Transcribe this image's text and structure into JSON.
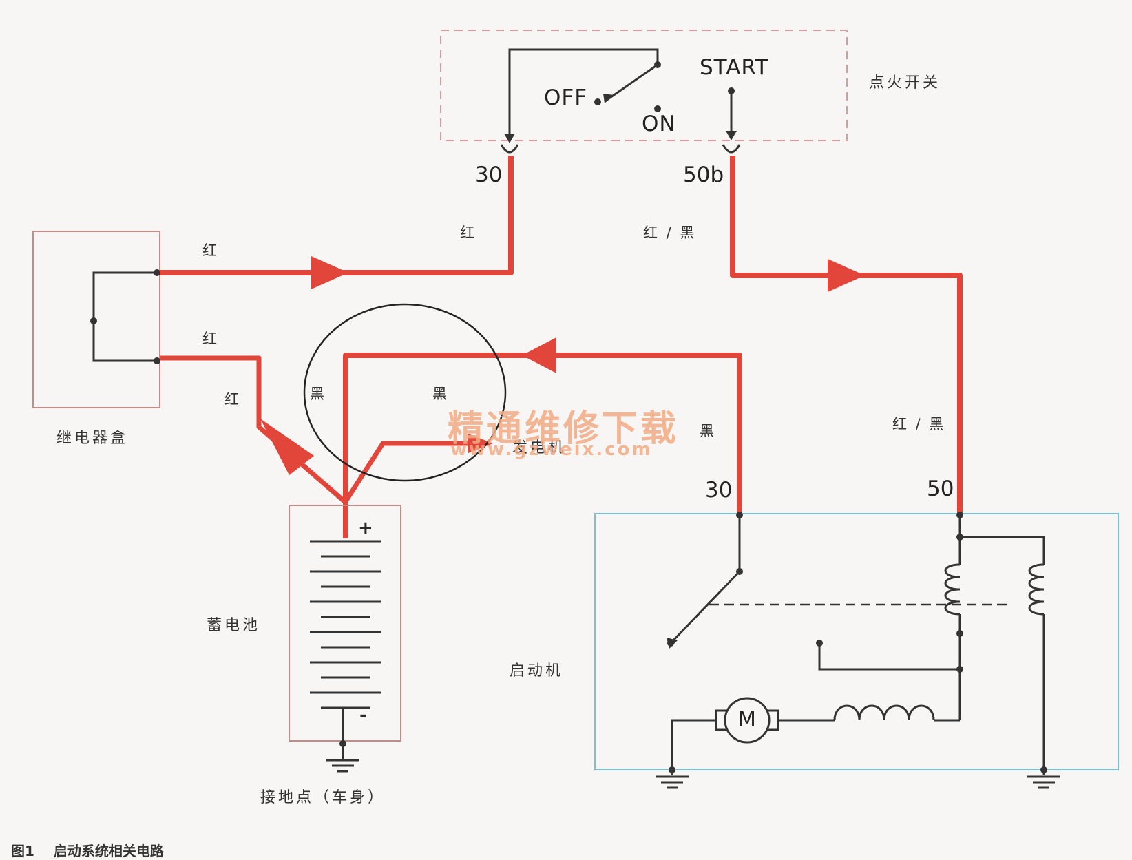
{
  "diagram": {
    "ignition_switch": {
      "label": "点火开关",
      "off": "OFF",
      "on": "ON",
      "start": "START",
      "terminal_30": "30",
      "terminal_50b": "50b"
    },
    "relay_box": {
      "label": "继电器盒"
    },
    "battery": {
      "label": "蓄电池",
      "plus": "+",
      "minus": "-"
    },
    "ground": {
      "label": "接地点（车身）"
    },
    "alternator": {
      "label": "发电机"
    },
    "starter": {
      "label": "启动机",
      "terminal_30": "30",
      "terminal_50": "50",
      "motor": "M"
    },
    "wire_colors": {
      "relay_to_switch": "红",
      "switch30_drop": "红",
      "relay_lower": "红",
      "relay_to_battery": "红",
      "switch50b_drop": "红 / 黑",
      "starter30_black_left": "黑",
      "starter30_black_mid": "黑",
      "starter30_black_right": "黑",
      "starter50_feed": "红 / 黑"
    },
    "colors": {
      "wire_red": "#e2463a",
      "wire_black": "#333333",
      "relay_box_border": "#c98a86",
      "starter_box_border": "#79bfd8",
      "switch_box_border": "#d89a9a"
    }
  },
  "watermark": {
    "title": "精通维修下载",
    "url": "www.gzweix.com"
  },
  "caption": {
    "number": "图1",
    "text": "启动系统相关电路"
  }
}
